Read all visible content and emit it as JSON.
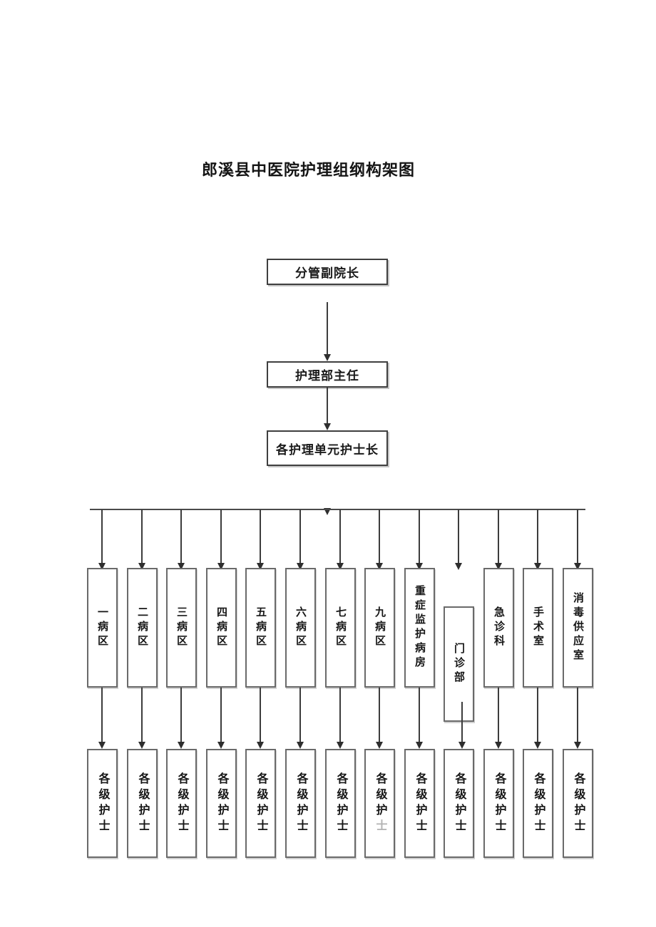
{
  "title": "郎溪县中医院护理组纲构架图",
  "hierarchy": {
    "level1": "分管副院长",
    "level2": "护理部主任",
    "level3": "各护理单元护士长"
  },
  "units": [
    {
      "label": "一病区",
      "nurse_label": "各级护士"
    },
    {
      "label": "二病区",
      "nurse_label": "各级护士"
    },
    {
      "label": "三病区",
      "nurse_label": "各级护士"
    },
    {
      "label": "四病区",
      "nurse_label": "各级护士"
    },
    {
      "label": "五病区",
      "nurse_label": "各级护士"
    },
    {
      "label": "六病区",
      "nurse_label": "各级护士"
    },
    {
      "label": "七病区",
      "nurse_label": "各级护士"
    },
    {
      "label": "九病区",
      "nurse_label": "各级护士",
      "faint_tail": true
    },
    {
      "label": "重症监护病房",
      "nurse_label": "各级护士"
    },
    {
      "label": "门诊部",
      "nurse_label": "各级护士",
      "variant": "low"
    },
    {
      "label": "急诊科",
      "nurse_label": "各级护士"
    },
    {
      "label": "手术室",
      "nurse_label": "各级护士"
    },
    {
      "label": "消毒供应室",
      "nurse_label": "各级护士"
    }
  ],
  "colors": {
    "line": "#3c3c3c",
    "box_border": "#6a6a6a",
    "top_box_border": "#3f3f3f",
    "text": "#1a1a1a",
    "faint_text": "#b3b3b3",
    "background": "#ffffff"
  }
}
